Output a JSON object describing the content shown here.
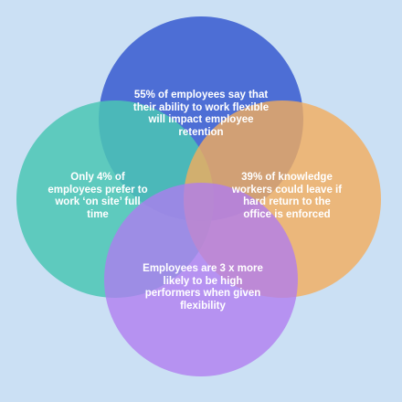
{
  "diagram": {
    "background_color": "#cbe0f4",
    "circles": [
      {
        "id": "top",
        "color": "#3f62d1",
        "text": "55% of employees say that their ability to work flexible will impact employee retention"
      },
      {
        "id": "left",
        "color": "#4bc6b4",
        "text": "Only 4% of employees prefer to work ‘on site’ full time"
      },
      {
        "id": "right",
        "color": "#f2ac5c",
        "text": "39% of knowledge workers could leave if hard return to the office is enforced"
      },
      {
        "id": "bottom",
        "color": "#b07cf0",
        "text": "Employees are 3 x more likely to be high performers when given flexibility"
      }
    ]
  }
}
